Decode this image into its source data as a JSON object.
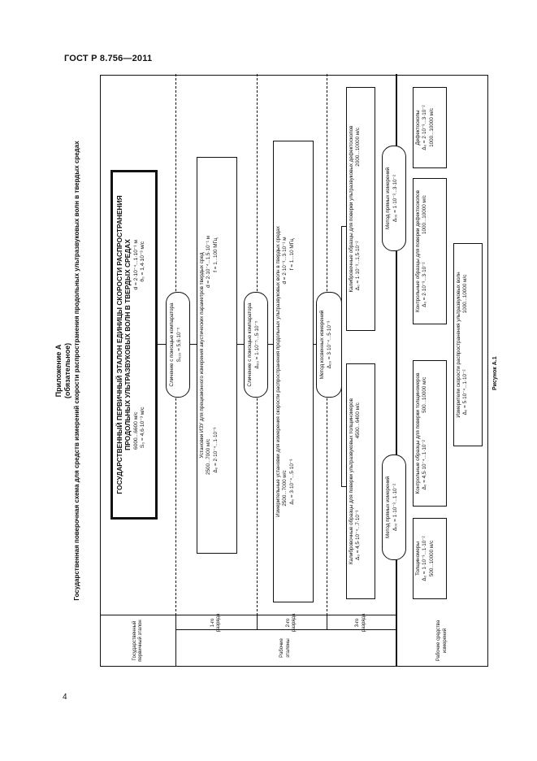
{
  "header": "ГОСТ Р 8.756—2011",
  "page_number": "4",
  "appendix": {
    "title": "Приложение А",
    "subtitle": "(обязательное)",
    "scheme_title": "Государственная поверочная схема для средств измерений скорости распространения продольных ультразвуковых волн в твердых средах"
  },
  "left_column": {
    "gpe_label": "Государственный первичный эталон",
    "working_standards_label": "Рабочие эталоны",
    "rank1": "1-го разряда",
    "rank2": "2-го разряда",
    "rank3": "3-го разряда",
    "working_instruments_label": "Рабочие средства измерений"
  },
  "primary_standard": {
    "title": "ГОСУДАРСТВЕННЫЙ ПЕРВИЧНЫЙ ЭТАЛОН ЕДИНИЦЫ СКОРОСТИ РАСПРОСТРАНЕНИЯ ПРОДОЛЬНЫХ УЛЬТРАЗВУКОВЫХ ВОЛН В ТВЕРДЫХ СРЕДАХ",
    "range": "6000...6600 м/с",
    "d": "d = 2·10⁻⁴...1·10⁻¹ м",
    "s0": "S₀ = 4,6·10⁻³ м/с",
    "theta0": "θ₀ = 1,4·10⁻³ м/с"
  },
  "comparator1": {
    "line1": "Сличение с помощью компаратора",
    "line2": "S₀₂₀ = 5,6·10⁻⁵"
  },
  "rank1_unit": {
    "title": "Установки ИЗУ для прецизионного измерения акустических параметров твердых сред",
    "range": "2500...7000 м/с",
    "d": "d = 2·10⁻⁴...1,5·10⁻¹ м",
    "delta": "Δ₀ = 2·10⁻⁴...1·10⁻³",
    "f": "f = 1...100 МГц"
  },
  "comparator2": {
    "line1": "Сличение с помощью компаратора",
    "line2": "Δ₀₀ = 1·10⁻⁵...5·10⁻⁵"
  },
  "rank2_unit": {
    "title": "Измерительные установки для измерения скорости распространения продольных ультразвуковых волн в твердых средах",
    "range": "2500...7000 м/с",
    "d": "d = 2·10⁻³...3·10⁻¹ м",
    "delta": "Δ₀ = 3·10⁻⁴...5·10⁻³",
    "f": "f = 1...10 МГц"
  },
  "indirect_method": {
    "line1": "Метод косвенных измерений",
    "line2": "Δ₀₀ = 3·10⁻⁴...5·10⁻³"
  },
  "rank3_left": {
    "title": "Калибровочные образцы для поверки ультразвуковых толщиномеров",
    "range": "4500...6400 м/с",
    "delta": "Δ₀ = 4,5·10⁻⁴...7·10⁻³"
  },
  "rank3_right": {
    "title": "Калибровочные образцы для поверки ультразвуковых дефектоскопов",
    "range": "2000...10000 м/с",
    "delta": "Δ₀ = 1·10⁻³...1,5·10⁻²"
  },
  "direct_method_left": {
    "line1": "Метод прямых измерений",
    "line2": "Δ₀₀ = 1·10⁻³...1·10⁻²"
  },
  "direct_method_right": {
    "line1": "Метод прямых измерений",
    "line2": "Δ₀₀ = 1·10⁻³...3·10⁻²"
  },
  "thickness_gauges": {
    "title": "Толщиномеры",
    "delta": "Δ₀ = 1·10⁻³...1·10⁻²",
    "range": "500...10000 м/с"
  },
  "control_thickness": {
    "title": "Контрольные образцы для поверки толщиномеров",
    "delta": "Δ₀ = 4,5·10⁻⁴...1·10⁻²",
    "range": "500...10000 м/с"
  },
  "control_flaw": {
    "title": "Контрольные образцы для поверки дефектоскопов",
    "delta": "Δ₀ = 2·10⁻³...3·10⁻²",
    "range": "1000...10000 м/с"
  },
  "flaw_detectors": {
    "title": "Дефектоскопы",
    "delta": "Δ₀ = 2·10⁻³...3·10⁻²",
    "range": "1000...10000 м/с"
  },
  "velocity_meters": {
    "title": "Измерители скорости распространения ультразвуковых волн",
    "delta": "Δ₀ = 5·10⁻⁴...1·10⁻²",
    "range": "1000...10000 м/с"
  },
  "figure_caption": "Рисунок А.1"
}
